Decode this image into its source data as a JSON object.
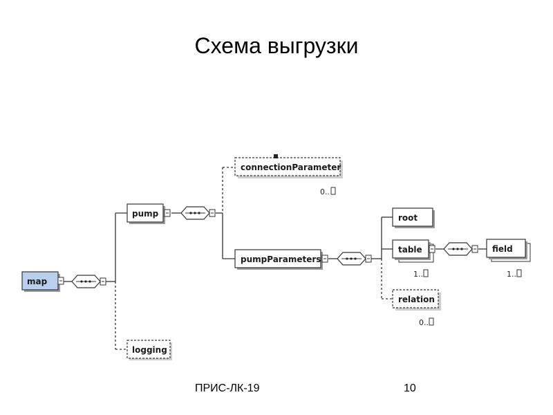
{
  "slide": {
    "title": "Схема выгрузки",
    "footer_left": "ПРИС-ЛК-19",
    "page_number": "10"
  },
  "diagram": {
    "elements": {
      "map": "map",
      "pump": "pump",
      "logging": "logging",
      "connection_parameter": "connectionParameter",
      "pump_parameters": "pumpParameters",
      "root": "root",
      "table": "table",
      "relation": "relation",
      "field": "field"
    },
    "cardinalities": {
      "connection_parameter": "0..",
      "table": "1..",
      "field": "1..",
      "relation": "0.."
    },
    "colors": {
      "root_element_fill": "#b8d0ee",
      "element_fill": "#ffffff",
      "stroke": "#333333",
      "shadow": "#9a9a9a"
    }
  }
}
